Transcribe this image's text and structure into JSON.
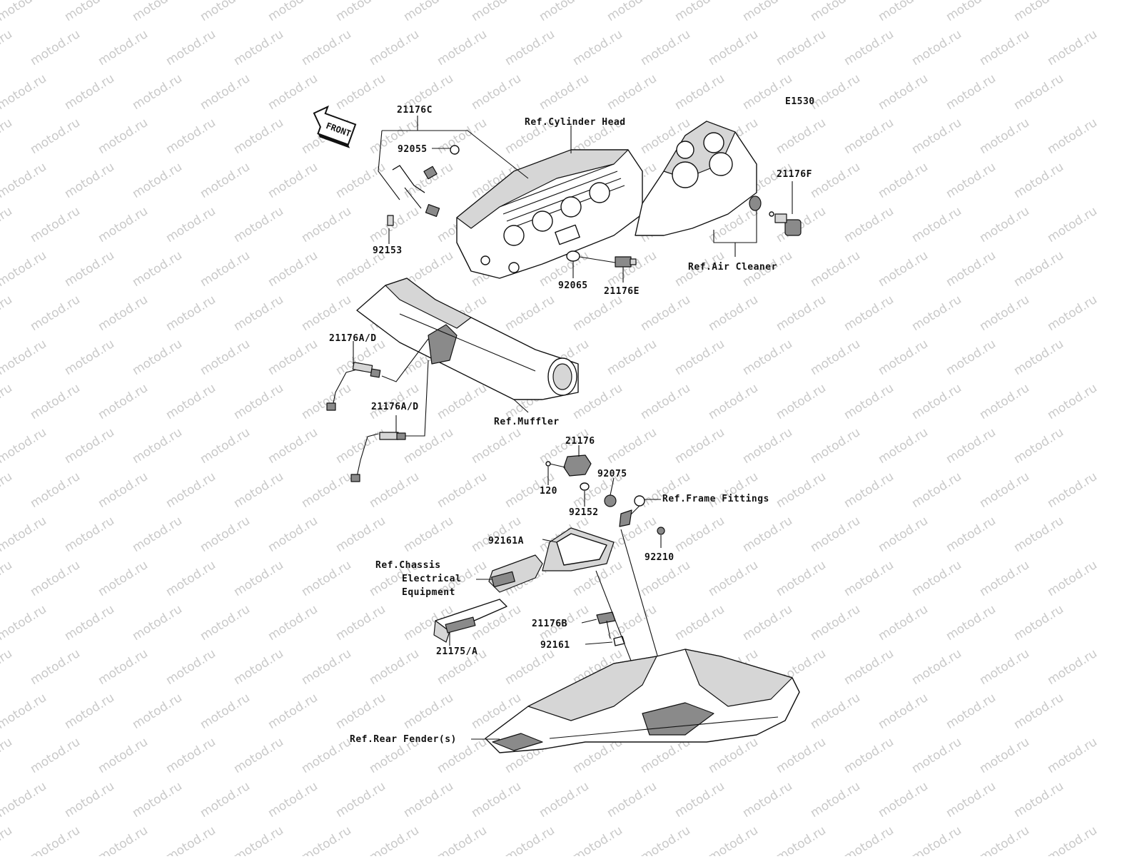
{
  "diagram_code": "E1530",
  "front_label": "FRONT",
  "watermark_text": "motod.ru",
  "callouts": {
    "p21176C": "21176C",
    "p92055": "92055",
    "p92153": "92153",
    "ref_cylinder_head": "Ref.Cylinder Head",
    "p92065": "92065",
    "p21176E": "21176E",
    "p21176F": "21176F",
    "ref_air_cleaner": "Ref.Air Cleaner",
    "p21176AD_1": "21176A/D",
    "p21176AD_2": "21176A/D",
    "ref_muffler": "Ref.Muffler",
    "p21176": "21176",
    "p120": "120",
    "p92075": "92075",
    "p92152": "92152",
    "ref_frame_fittings": "Ref.Frame Fittings",
    "p92210": "92210",
    "p92161A": "92161A",
    "ref_chassis_1": "Ref.Chassis",
    "ref_chassis_2": "Electrical",
    "ref_chassis_3": "Equipment",
    "p21176B": "21176B",
    "p92161": "92161",
    "p21175A": "21175/A",
    "ref_rear_fender": "Ref.Rear Fender(s)"
  }
}
